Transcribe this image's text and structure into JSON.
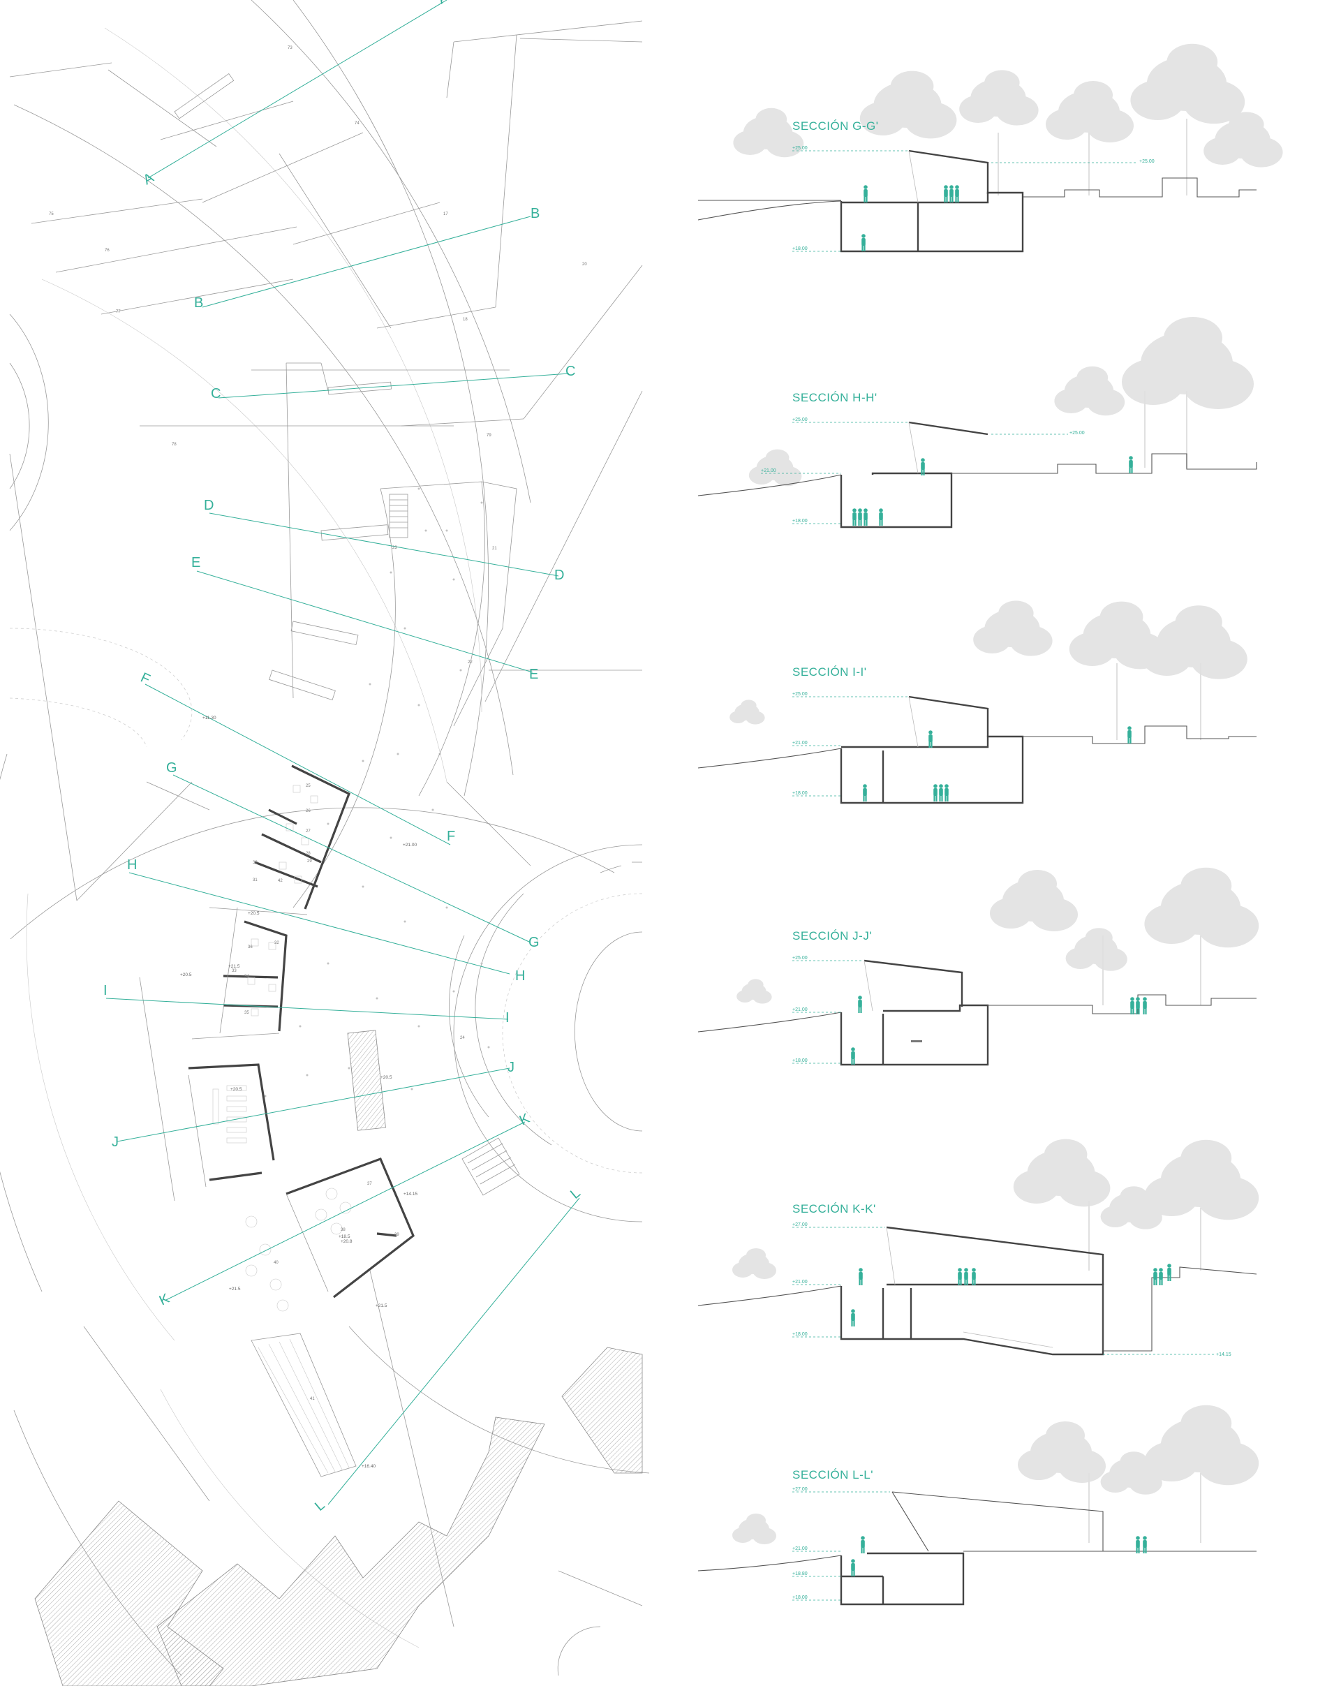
{
  "colors": {
    "accent": "#35b09a",
    "ink": "#444444",
    "vegetation": "#e4e4e4"
  },
  "plan": {
    "cut_markers": [
      {
        "letter": "A"
      },
      {
        "letter": "B"
      },
      {
        "letter": "C"
      },
      {
        "letter": "D"
      },
      {
        "letter": "E"
      },
      {
        "letter": "F"
      },
      {
        "letter": "G"
      },
      {
        "letter": "H"
      },
      {
        "letter": "I"
      },
      {
        "letter": "J"
      },
      {
        "letter": "K"
      },
      {
        "letter": "L"
      }
    ],
    "room_numbers": [
      "73",
      "74",
      "75",
      "76",
      "77",
      "78",
      "79",
      "17",
      "18",
      "20",
      "21",
      "22",
      "23",
      "24",
      "25",
      "26",
      "27",
      "28",
      "29",
      "30",
      "31",
      "32",
      "33",
      "34",
      "35",
      "36",
      "37",
      "38",
      "39",
      "40",
      "41",
      "42"
    ],
    "levels": [
      "+21.00",
      "+11.30",
      "+20.5",
      "+20.5",
      "+21.5",
      "+20.5",
      "+20.5",
      "+18.5",
      "+21.5",
      "+14.15",
      "+21.5",
      "+16.40",
      "+20.8"
    ]
  },
  "sections": [
    {
      "title": "SECCIÓN G-G'",
      "levels": [
        "+25.00",
        "+25.00",
        "+18.00"
      ]
    },
    {
      "title": "SECCIÓN H-H'",
      "levels": [
        "+25.00",
        "+25.00",
        "+21.00",
        "+18.00"
      ]
    },
    {
      "title": "SECCIÓN I-I'",
      "levels": [
        "+25.00",
        "+21.00",
        "+18.00"
      ]
    },
    {
      "title": "SECCIÓN J-J'",
      "levels": [
        "+25.00",
        "+21.00",
        "+18.00"
      ]
    },
    {
      "title": "SECCIÓN K-K'",
      "levels": [
        "+27.00",
        "+21.00",
        "+18.00",
        "+14.15"
      ]
    },
    {
      "title": "SECCIÓN L-L'",
      "levels": [
        "+27.00",
        "+21.00",
        "+18.80",
        "+18.00"
      ]
    }
  ]
}
